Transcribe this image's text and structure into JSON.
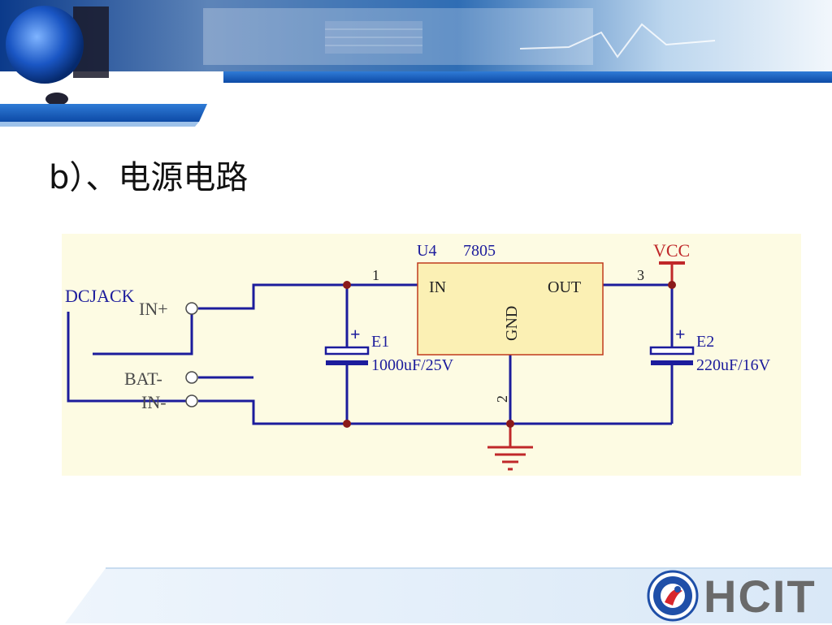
{
  "slide": {
    "title": "b）、电源电路"
  },
  "schematic": {
    "connector": {
      "label": "DCJACK",
      "pin_in_plus": "IN+",
      "pin_bat_minus": "BAT-",
      "pin_in_minus": "IN-"
    },
    "regulator": {
      "designator": "U4",
      "part": "7805",
      "pin_in": "IN",
      "pin_out": "OUT",
      "pin_gnd": "GND",
      "pin1": "1",
      "pin2": "2",
      "pin3": "3"
    },
    "cap_e1": {
      "designator": "E1",
      "value": "1000uF/25V",
      "polarity": "+"
    },
    "cap_e2": {
      "designator": "E2",
      "value": "220uF/16V",
      "polarity": "+"
    },
    "power_net": "VCC"
  },
  "colors": {
    "wire": "#1c1c9c",
    "junction": "#8b1a1a",
    "power": "#c0282a",
    "component_fill": "#fbf0b4",
    "component_stroke": "#c03a1c",
    "panel_bg": "#fdfbe3"
  },
  "footer": {
    "logo_text": "HCIT"
  }
}
